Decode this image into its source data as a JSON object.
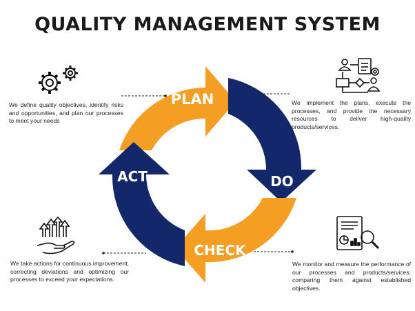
{
  "title": "QUALITY MANAGEMENT SYSTEM",
  "colors": {
    "orange": "#F49E23",
    "navy": "#13286B",
    "text": "#222222"
  },
  "stages": {
    "plan": {
      "label": "PLAN",
      "description": "We define quality objectives, identify risks and opportunities, and plan our processes to meet your needs",
      "icon": "gears-icon"
    },
    "do": {
      "label": "DO",
      "description": "We implement the plans, execute the processes, and provide the necessary resources to deliver high-quality products/services.",
      "icon": "process-flowchart-icon"
    },
    "check": {
      "label": "CHECK",
      "description": "We monitor and measure the performance of our processes and products/services, comparing them against established objectives.",
      "icon": "report-magnifier-icon"
    },
    "act": {
      "label": "ACT",
      "description": "We take actions for continuous improvement, correcting deviations and optimizing our processes to exceed your expectations.",
      "icon": "hand-growth-arrows-icon"
    }
  }
}
